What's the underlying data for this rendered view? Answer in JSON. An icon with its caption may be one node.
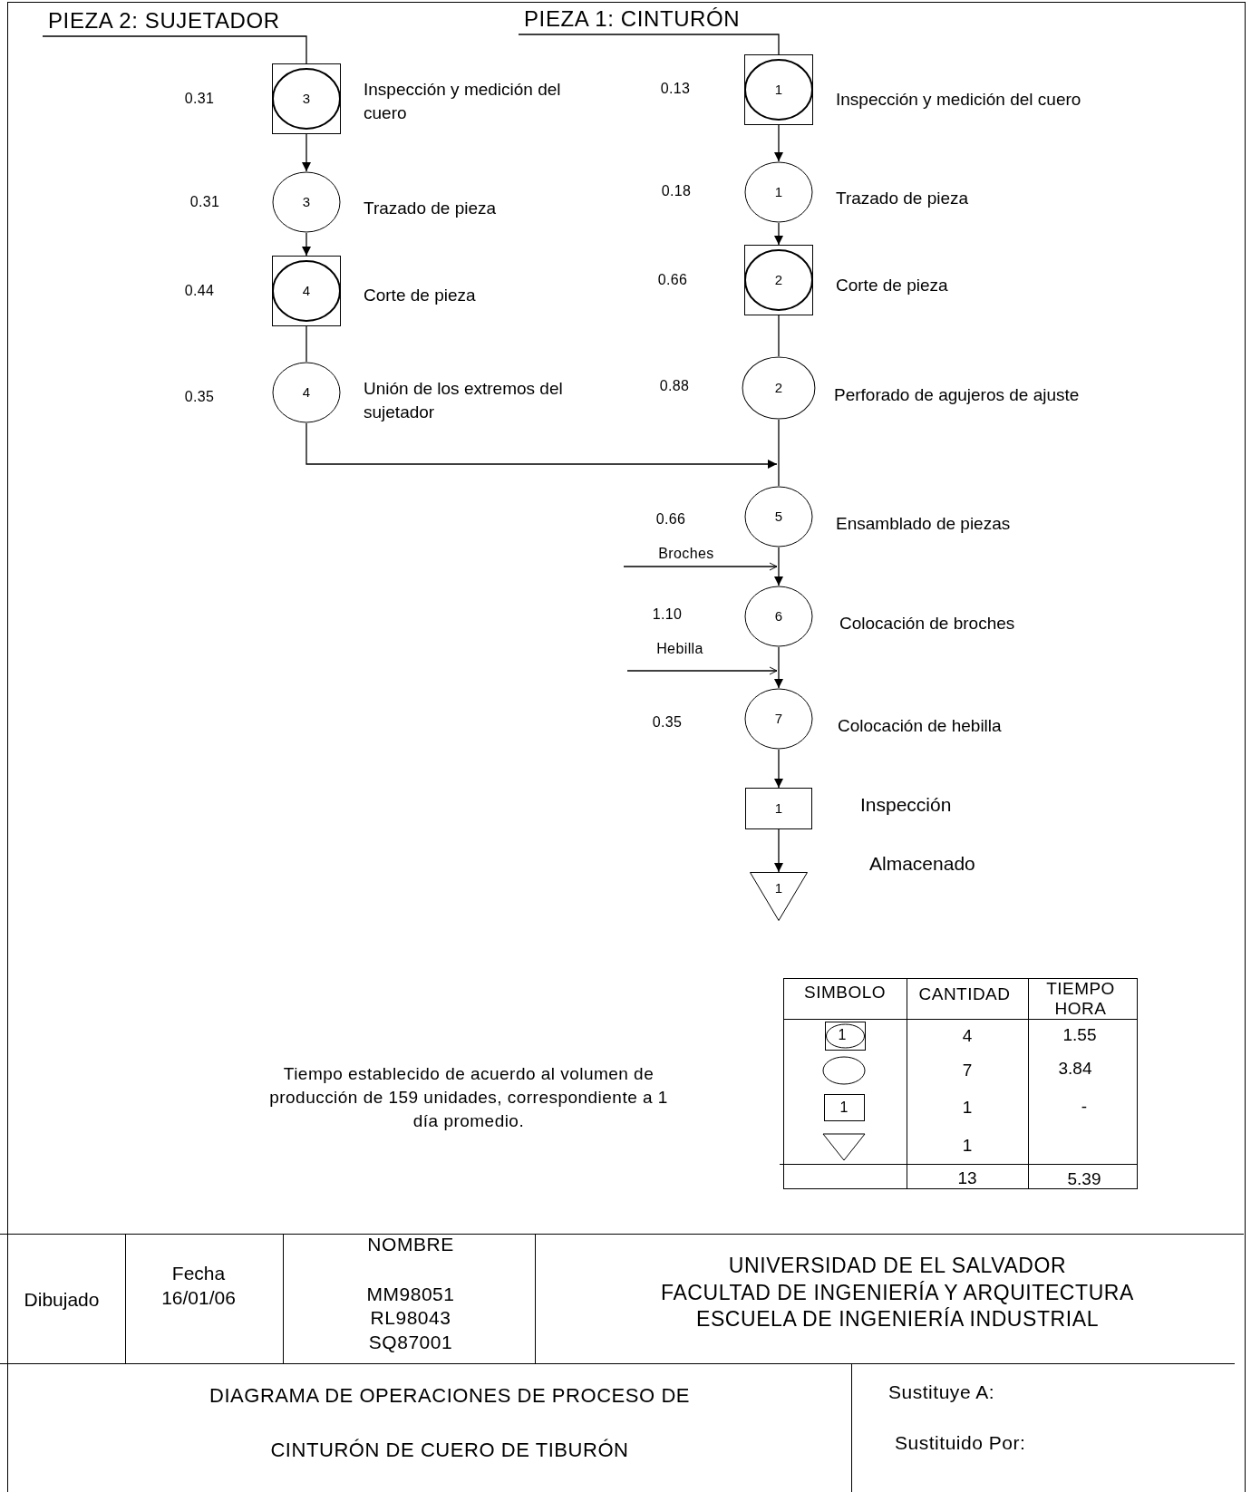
{
  "diagram": {
    "nodes": [
      {
        "text": [
          "PIEZA 2: SUJETADOR"
        ]
      },
      {
        "text": [
          "PIEZA 1: CINTURÓN"
        ]
      },
      {
        "text": [
          "3"
        ],
        "beside": [
          "Inspección y medición del cuero"
        ]
      },
      {
        "text": [
          "3"
        ],
        "beside": [
          "Trazado de pieza"
        ]
      },
      {
        "text": [
          "4"
        ],
        "beside": [
          "Corte de pieza"
        ]
      },
      {
        "text": [
          "4"
        ],
        "beside": [
          "Unión de los extremos del sujetador"
        ]
      },
      {
        "text": [
          "1"
        ],
        "beside": [
          "Inspección y medición del cuero"
        ]
      },
      {
        "text": [
          "1"
        ],
        "beside": [
          "Trazado de pieza"
        ]
      },
      {
        "text": [
          "2"
        ],
        "beside": [
          "Corte de pieza"
        ]
      },
      {
        "text": [
          "2"
        ],
        "beside": [
          "Perforado de agujeros de ajuste"
        ]
      },
      {
        "text": [
          "5"
        ],
        "beside": [
          "Ensamblado de piezas"
        ]
      },
      {
        "text": [
          "6"
        ],
        "beside": [
          "Colocación de broches"
        ]
      },
      {
        "text": [
          "7"
        ],
        "beside": [
          "Colocación de hebilla"
        ]
      },
      {
        "text": [
          "1"
        ],
        "beside": [
          "Inspección"
        ]
      },
      {
        "text": [
          "1"
        ],
        "beside": [
          "Almacenado"
        ]
      }
    ],
    "edges": [
      {
        "from": 0,
        "to": 2,
        "arrow": "none"
      },
      {
        "from": 2,
        "to": 3,
        "arrow": "to"
      },
      {
        "from": 3,
        "to": 4,
        "arrow": "to"
      },
      {
        "from": 4,
        "to": 5,
        "arrow": "none"
      },
      {
        "from": 1,
        "to": 6,
        "arrow": "none"
      },
      {
        "from": 6,
        "to": 7,
        "arrow": "to"
      },
      {
        "from": 7,
        "to": 8,
        "arrow": "to"
      },
      {
        "from": 8,
        "to": 9,
        "arrow": "none"
      },
      {
        "from": 9,
        "to": 10,
        "arrow": "none"
      },
      {
        "from": 5,
        "to": 10,
        "arrow": "to"
      },
      {
        "from": 10,
        "to": 11,
        "arrow": "to"
      },
      {
        "from": null,
        "to": 11,
        "arrow": "to",
        "label": "Broches"
      },
      {
        "from": 11,
        "to": 12,
        "arrow": "to"
      },
      {
        "from": null,
        "to": 12,
        "arrow": "to",
        "label": "Hebilla"
      },
      {
        "from": 12,
        "to": 13,
        "arrow": "to"
      },
      {
        "from": 13,
        "to": 14,
        "arrow": "to"
      }
    ],
    "labels": [
      "0.31",
      "0.13",
      "0.31",
      "0.18",
      "0.44",
      "0.66",
      "0.35",
      "0.88",
      "0.66",
      "1.10",
      "0.35",
      "Tiempo establecido de acuerdo al volumen de producción de 159 unidades, correspondiente a 1 día promedio.",
      "SIMBOLO",
      "CANTIDAD",
      "TIEMPO HORA",
      "1",
      "4",
      "1.55",
      "7",
      "3.84",
      "1",
      "1",
      "-",
      "1",
      "13",
      "5.39",
      "Dibujado",
      "Fecha",
      "16/01/06",
      "NOMBRE",
      "MM98051",
      "RL98043",
      "SQ87001",
      "UNIVERSIDAD DE EL SALVADOR",
      "FACULTAD DE INGENIERÍA Y ARQUITECTURA",
      "ESCUELA DE INGENIERÍA INDUSTRIAL",
      "DIAGRAMA DE OPERACIONES DE PROCESO DE",
      "CINTURÓN DE CUERO DE TIBURÓN",
      "Sustituye A:",
      "Sustituido Por:"
    ]
  }
}
